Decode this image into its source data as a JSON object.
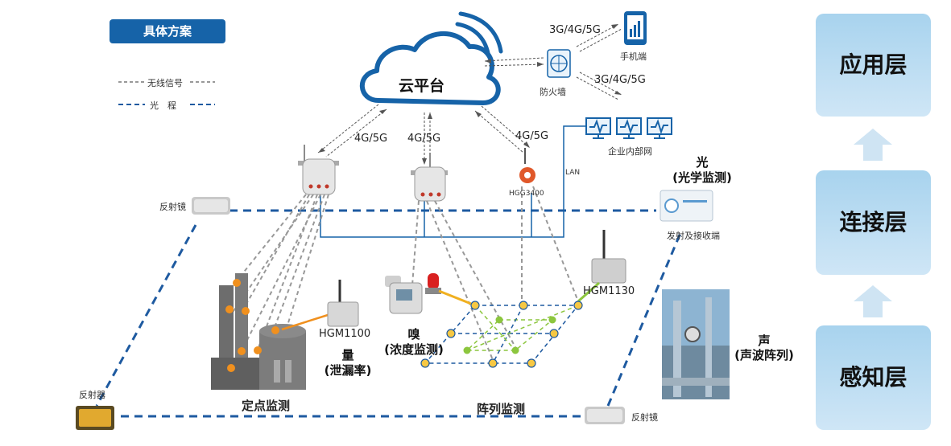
{
  "header": {
    "title": "具体方案"
  },
  "legend": {
    "wireless": "无线信号",
    "fiber": "光　程"
  },
  "cloud": {
    "label": "云平台"
  },
  "network": {
    "firewall": "防火墙",
    "mobile": "手机端",
    "net_3g_top": "3G/4G/5G",
    "net_3g_bottom": "3G/4G/5G",
    "intranet": "企业内部网",
    "lan": "LAN",
    "link_4g_1": "4G/5G",
    "link_4g_2": "4G/5G",
    "link_4g_3": "4G/5G"
  },
  "devices": {
    "hgg3400": "HGG3400",
    "hgm1100": "HGM1100",
    "hgm1130": "HGM1130"
  },
  "reflectors": {
    "top_left": "反射镜",
    "bottom_left": "反射器",
    "bottom_right": "反射镜"
  },
  "sensing": {
    "light_title": "光",
    "light_sub": "(光学监测)",
    "light_device": "发射及接收端",
    "smell_title": "嗅",
    "smell_sub": "(浓度监测)",
    "quantity_title": "量",
    "quantity_sub": "(泄漏率)",
    "sound_title": "声",
    "sound_sub": "(声波阵列)"
  },
  "zones": {
    "fixed_point": "定点监测",
    "array": "阵列监测"
  },
  "layers": {
    "application": "应用层",
    "connection": "连接层",
    "perception": "感知层"
  },
  "colors": {
    "primary_blue": "#1663a8",
    "fiber_line": "#1e5aa0",
    "wireless_line": "#999999",
    "orange": "#f0901e",
    "green": "#8cc63e",
    "layer_box": "#b9dcf2",
    "arrow": "#cfe4f3"
  }
}
